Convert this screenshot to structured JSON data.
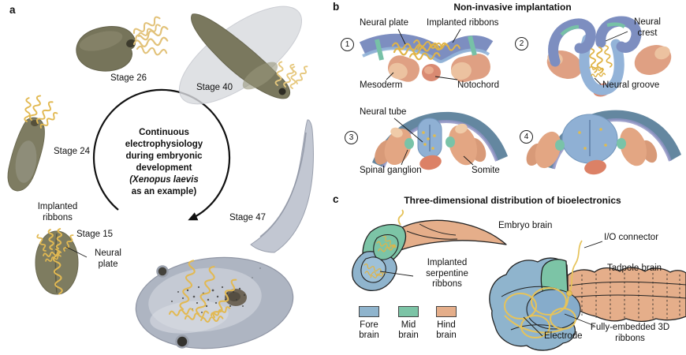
{
  "palette": {
    "ribbon_gold": "#e2b952",
    "embryo_olive": "#76745a",
    "tadpole_gray": "#aeb5c2",
    "neural_tube_blue": "#8fb0d4",
    "plate_blue_purple": "#7d8ec0",
    "mesoderm_salmon": "#dfa083",
    "teal_stripe": "#77c1a7",
    "arch_slate": "#6487a0"
  },
  "panel_a": {
    "letter": "a",
    "stage_26": "Stage 26",
    "stage_40": "Stage 40",
    "stage_24": "Stage 24",
    "stage_15": "Stage 15",
    "stage_47": "Stage 47",
    "implanted_ribbons": "Implanted ribbons",
    "neural_plate": "Neural plate",
    "cycle_main": "Continuous electrophysiology during embryonic development",
    "cycle_species": "(Xenopus laevis",
    "cycle_tail": "as an example)"
  },
  "panel_b": {
    "letter": "b",
    "title": "Non-invasive implantation",
    "step1": {
      "number": "1",
      "neural_plate": "Neural plate",
      "implanted_ribbons": "Implanted ribbons",
      "mesoderm": "Mesoderm",
      "notochord": "Notochord"
    },
    "step2": {
      "number": "2",
      "neural_crest": "Neural crest",
      "neural_groove": "Neural groove"
    },
    "step3": {
      "number": "3",
      "neural_tube": "Neural tube",
      "spinal_ganglion": "Spinal ganglion",
      "somite": "Somite"
    },
    "step4": {
      "number": "4"
    }
  },
  "panel_c": {
    "letter": "c",
    "title": "Three-dimensional distribution of bioelectronics",
    "embryo_brain": "Embryo brain",
    "io_connector": "I/O connector",
    "tadpole_brain": "Tadpole brain",
    "implanted_serpentine_ribbons": "Implanted serpentine ribbons",
    "fully_embedded_3d_ribbons": "Fully-embedded 3D ribbons",
    "electrode": "Electrode",
    "legend": [
      {
        "label": "Fore brain",
        "color": "#8fb4cd"
      },
      {
        "label": "Mid brain",
        "color": "#7cc4a6"
      },
      {
        "label": "Hind brain",
        "color": "#e5ae8a"
      }
    ]
  }
}
